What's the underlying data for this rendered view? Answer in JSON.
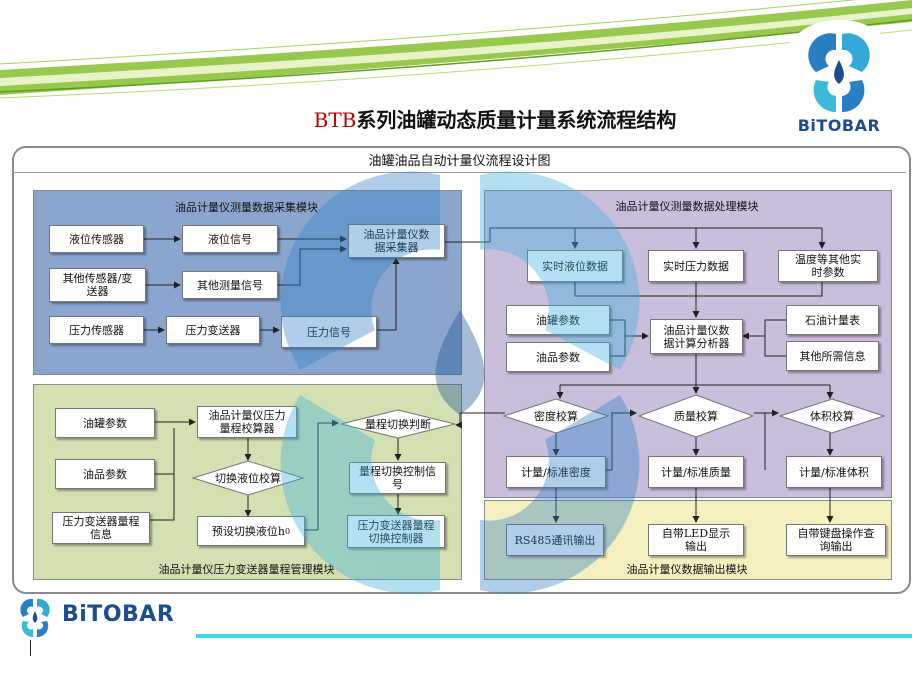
{
  "slide_title_prefix": "BTB",
  "slide_title_main": "系列油罐动态质量计量系统流程结构",
  "brand": "BiTOBAR",
  "diagram_title": "油罐油品自动计量仪流程设计图",
  "modules": {
    "acquisition": "油品计量仪测量数据采集模块",
    "processing": "油品计量仪测量数据处理模块",
    "range": "油品计量仪压力变送器量程管理模块",
    "output": "油品计量仪数据输出模块"
  },
  "boxes": {
    "level_sensor": "液位传感器",
    "level_signal": "液位信号",
    "collector": "油品计量仪数据采集器",
    "other_sensor": "其他传感器/变送器",
    "other_signal": "其他测量信号",
    "pressure_sensor": "压力传感器",
    "pressure_transmitter": "压力变送器",
    "pressure_signal": "压力信号",
    "rt_level": "实时液位数据",
    "rt_pressure": "实时压力数据",
    "rt_other": "温度等其他实时参数",
    "tank_param_a": "油罐参数",
    "oil_param_a": "油品参数",
    "analyzer": "油品计量仪数据计算分析器",
    "petro_table": "石油计量表",
    "other_info": "其他所需信息",
    "density_check": "密度校算",
    "mass_check": "质量校算",
    "volume_check": "体积校算",
    "std_density": "计量/标准密度",
    "std_mass": "计量/标准质量",
    "std_volume": "计量/标准体积",
    "tank_param_b": "油罐参数",
    "oil_param_b": "油品参数",
    "range_info": "压力变送器量程信息",
    "range_calc": "油品计量仪压力量程校算器",
    "switch_check": "切换液位校算",
    "preset_level": "预设切换液位h",
    "preset_sub": "0",
    "range_judge": "量程切换判断",
    "range_signal": "量程切换控制信号",
    "switch_ctrl": "压力变送器量程切换控制器",
    "rs485": "RS485通讯输出",
    "led": "自带LED显示输出",
    "keyboard": "自带键盘操作查询输出"
  },
  "colors": {
    "acquisition_bg": "#8aa6cf",
    "processing_bg": "#c9bedc",
    "range_bg": "#d3e0b2",
    "output_bg": "#f4f0bf",
    "accent_red": "#c00000",
    "brand_blue": "#1c4e8f",
    "brand_cyan": "#3fd6e6",
    "swoosh_green": "#8ec23b"
  }
}
